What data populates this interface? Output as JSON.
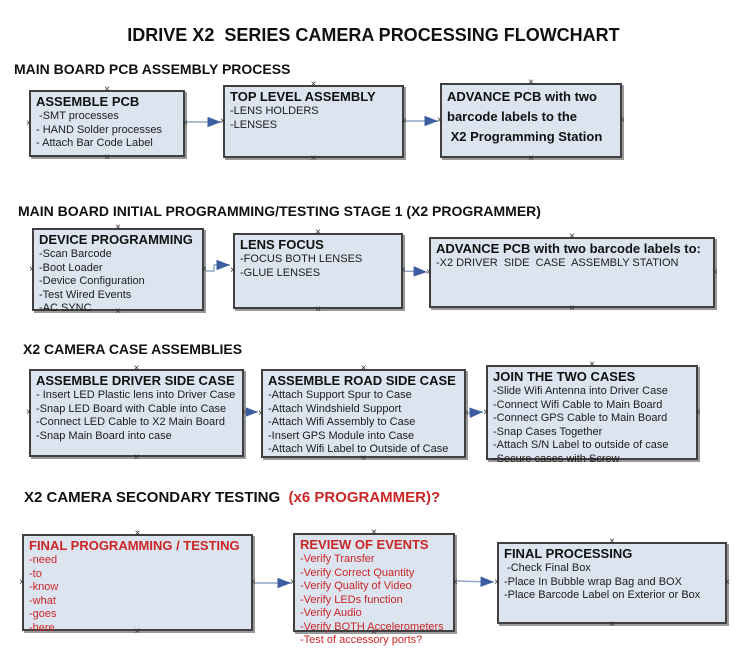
{
  "title": "IDRIVE X2  SERIES CAMERA PROCESSING FLOWCHART",
  "colors": {
    "box_fill": "#dce4f0",
    "box_border": "#404040",
    "red_text": "#cc2626",
    "arrow_line": "#91a5c4",
    "arrow_head": "#3d5da0"
  },
  "sections": [
    {
      "header": "MAIN BOARD PCB ASSEMBLY PROCESS",
      "boxes": [
        {
          "title": "ASSEMBLE PCB",
          "items": [
            " -SMT processes",
            "- HAND Solder processes",
            "- Attach Bar Code Label"
          ]
        },
        {
          "title": "TOP LEVEL ASSEMBLY",
          "items": [
            "-LENS HOLDERS",
            "-LENSES"
          ]
        },
        {
          "title": "ADVANCE PCB with two\nbarcode labels to the\n X2 Programming Station",
          "items": []
        }
      ]
    },
    {
      "header": "MAIN BOARD INITIAL PROGRAMMING/TESTING STAGE 1 (X2 PROGRAMMER)",
      "boxes": [
        {
          "title": "DEVICE PROGRAMMING",
          "items": [
            "-Scan Barcode",
            "-Boot Loader",
            "-Device Configuration",
            "-Test Wired Events",
            "-AC SYNC"
          ]
        },
        {
          "title": "LENS FOCUS",
          "items": [
            "-FOCUS BOTH LENSES",
            "-GLUE LENSES"
          ]
        },
        {
          "title": "ADVANCE PCB with two barcode labels to:",
          "items": [
            "-X2 DRIVER  SIDE  CASE  ASSEMBLY STATION"
          ]
        }
      ]
    },
    {
      "header": "X2 CAMERA CASE ASSEMBLIES",
      "boxes": [
        {
          "title": "ASSEMBLE DRIVER SIDE CASE",
          "items": [
            "- Insert LED Plastic lens into Driver Case",
            "-Snap LED Board with Cable into Case",
            "-Connect LED Cable to X2 Main Board",
            "-Snap Main Board into case"
          ]
        },
        {
          "title": "ASSEMBLE ROAD SIDE CASE",
          "items": [
            "-Attach Support Spur to Case",
            "-Attach Windshield Support",
            "-Attach Wifi Assembly to Case",
            "-Insert GPS Module into Case",
            "-Attach Wifi Label to Outside of Case"
          ]
        },
        {
          "title": "JOIN THE TWO CASES",
          "items": [
            "-Slide Wifi Antenna into Driver Case",
            "-Connect Wifi Cable to Main Board",
            "-Connect GPS Cable to Main Board",
            "-Snap Cases Together",
            "-Attach S/N Label to outside of case",
            "-Secure cases with Screw"
          ]
        }
      ]
    },
    {
      "header": "X2 CAMERA SECONDARY TESTING",
      "header_suffix": "  (x6 PROGRAMMER)?",
      "boxes": [
        {
          "title": "FINAL PROGRAMMING / TESTING",
          "red": true,
          "items": [
            "-need",
            "-to",
            "-know",
            "-what",
            "-goes",
            "-here"
          ]
        },
        {
          "title": "REVIEW OF EVENTS",
          "red": true,
          "items": [
            "-Verify Transfer",
            "-Verify Correct Quantity",
            "-Verify Quality of Video",
            "-Verify LEDs function",
            "-Verify Audio",
            "-Verify BOTH Accelerometers",
            "-Test of accessory ports?"
          ]
        },
        {
          "title": "FINAL PROCESSING",
          "items": [
            " -Check Final Box",
            "-Place In Bubble wrap Bag and BOX",
            "-Place Barcode Label on Exterior or Box"
          ]
        }
      ]
    }
  ]
}
